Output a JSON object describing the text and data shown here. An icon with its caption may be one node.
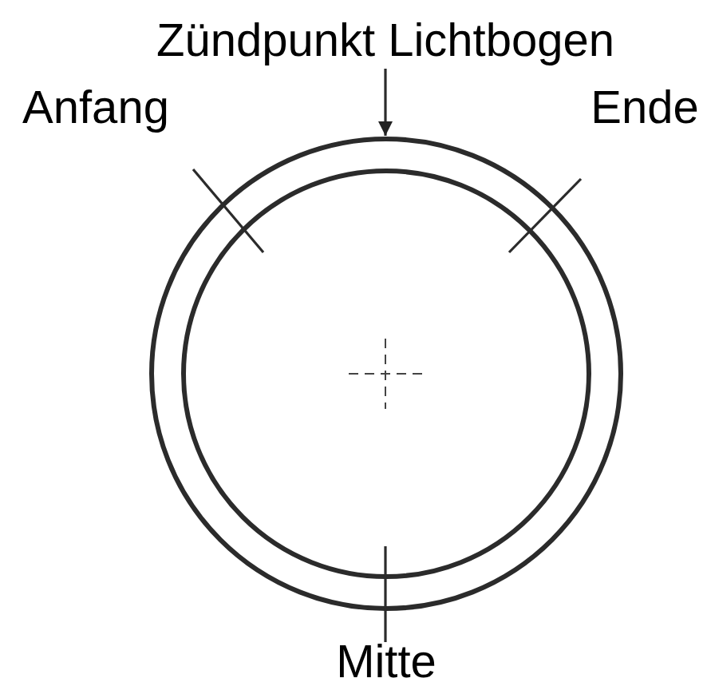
{
  "diagram": {
    "nodes": [
      {
        "text": [
          "Zündpunkt Lichtbogen"
        ]
      },
      {
        "text": [
          "Anfang"
        ]
      },
      {
        "text": [
          "Ende"
        ]
      },
      {
        "text": [],
        "shape": "circle"
      },
      {
        "text": [
          "Mitte"
        ]
      }
    ],
    "edges": [
      {
        "from": 0,
        "to": 3,
        "arrow": "to"
      },
      {
        "from": 1,
        "to": 3,
        "arrow": "none"
      },
      {
        "from": 2,
        "to": 3,
        "arrow": "none"
      },
      {
        "from": 4,
        "to": 3,
        "arrow": "none"
      }
    ]
  }
}
